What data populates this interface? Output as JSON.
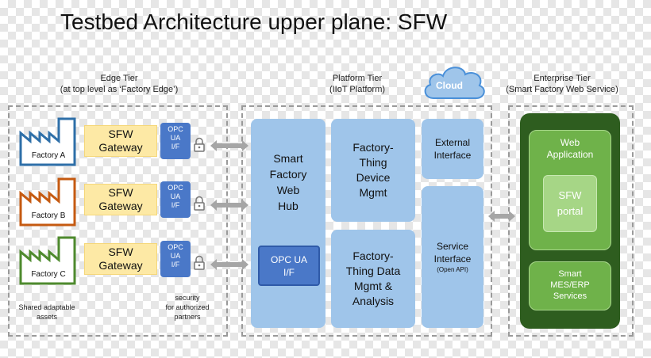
{
  "title": "Testbed Architecture upper plane: SFW",
  "edge_tier": {
    "caption_line1": "Edge Tier",
    "caption_line2": "(at top level as ‘Factory Edge’)",
    "factories": [
      "Factory A",
      "Factory B",
      "Factory C"
    ],
    "gateway_line1": "SFW",
    "gateway_line2": "Gateway",
    "opc_lines": [
      "OPC",
      "UA",
      "I/F"
    ],
    "note_left": [
      "Shared adaptable",
      "assets"
    ],
    "note_right": [
      "security",
      "for authorized",
      "partners"
    ]
  },
  "platform_tier": {
    "caption_line1": "Platform Tier",
    "caption_line2": "(IIoT Platform)",
    "cloud": "Cloud",
    "hub": [
      "Smart",
      "Factory",
      "Web",
      "Hub"
    ],
    "hub_opc": [
      "OPC UA",
      "I/F"
    ],
    "device_mgmt": [
      "Factory-",
      "Thing",
      "Device",
      "Mgmt"
    ],
    "data_mgmt": [
      "Factory-",
      "Thing Data",
      "Mgmt &",
      "Analysis"
    ],
    "external_interface": [
      "External",
      "Interface"
    ],
    "service_interface": [
      "Service",
      "Interface"
    ],
    "service_sub": "(Open API)"
  },
  "enterprise_tier": {
    "caption_line1": "Enterprise Tier",
    "caption_line2": "(Smart Factory Web Service)",
    "web_app": [
      "Web",
      "Application"
    ],
    "portal": [
      "SFW",
      "portal"
    ],
    "mes": [
      "Smart",
      "MES/ERP",
      "Services"
    ]
  },
  "colors": {
    "factory_a": "#2e6fa8",
    "factory_b": "#c55a11",
    "factory_c": "#4e8a2e",
    "gateway": "#fde9a5",
    "opc": "#4a78c8",
    "platform_box": "#9fc5ea",
    "enterprise_dark": "#2e5d1f",
    "enterprise_light": "#6fb24a"
  }
}
